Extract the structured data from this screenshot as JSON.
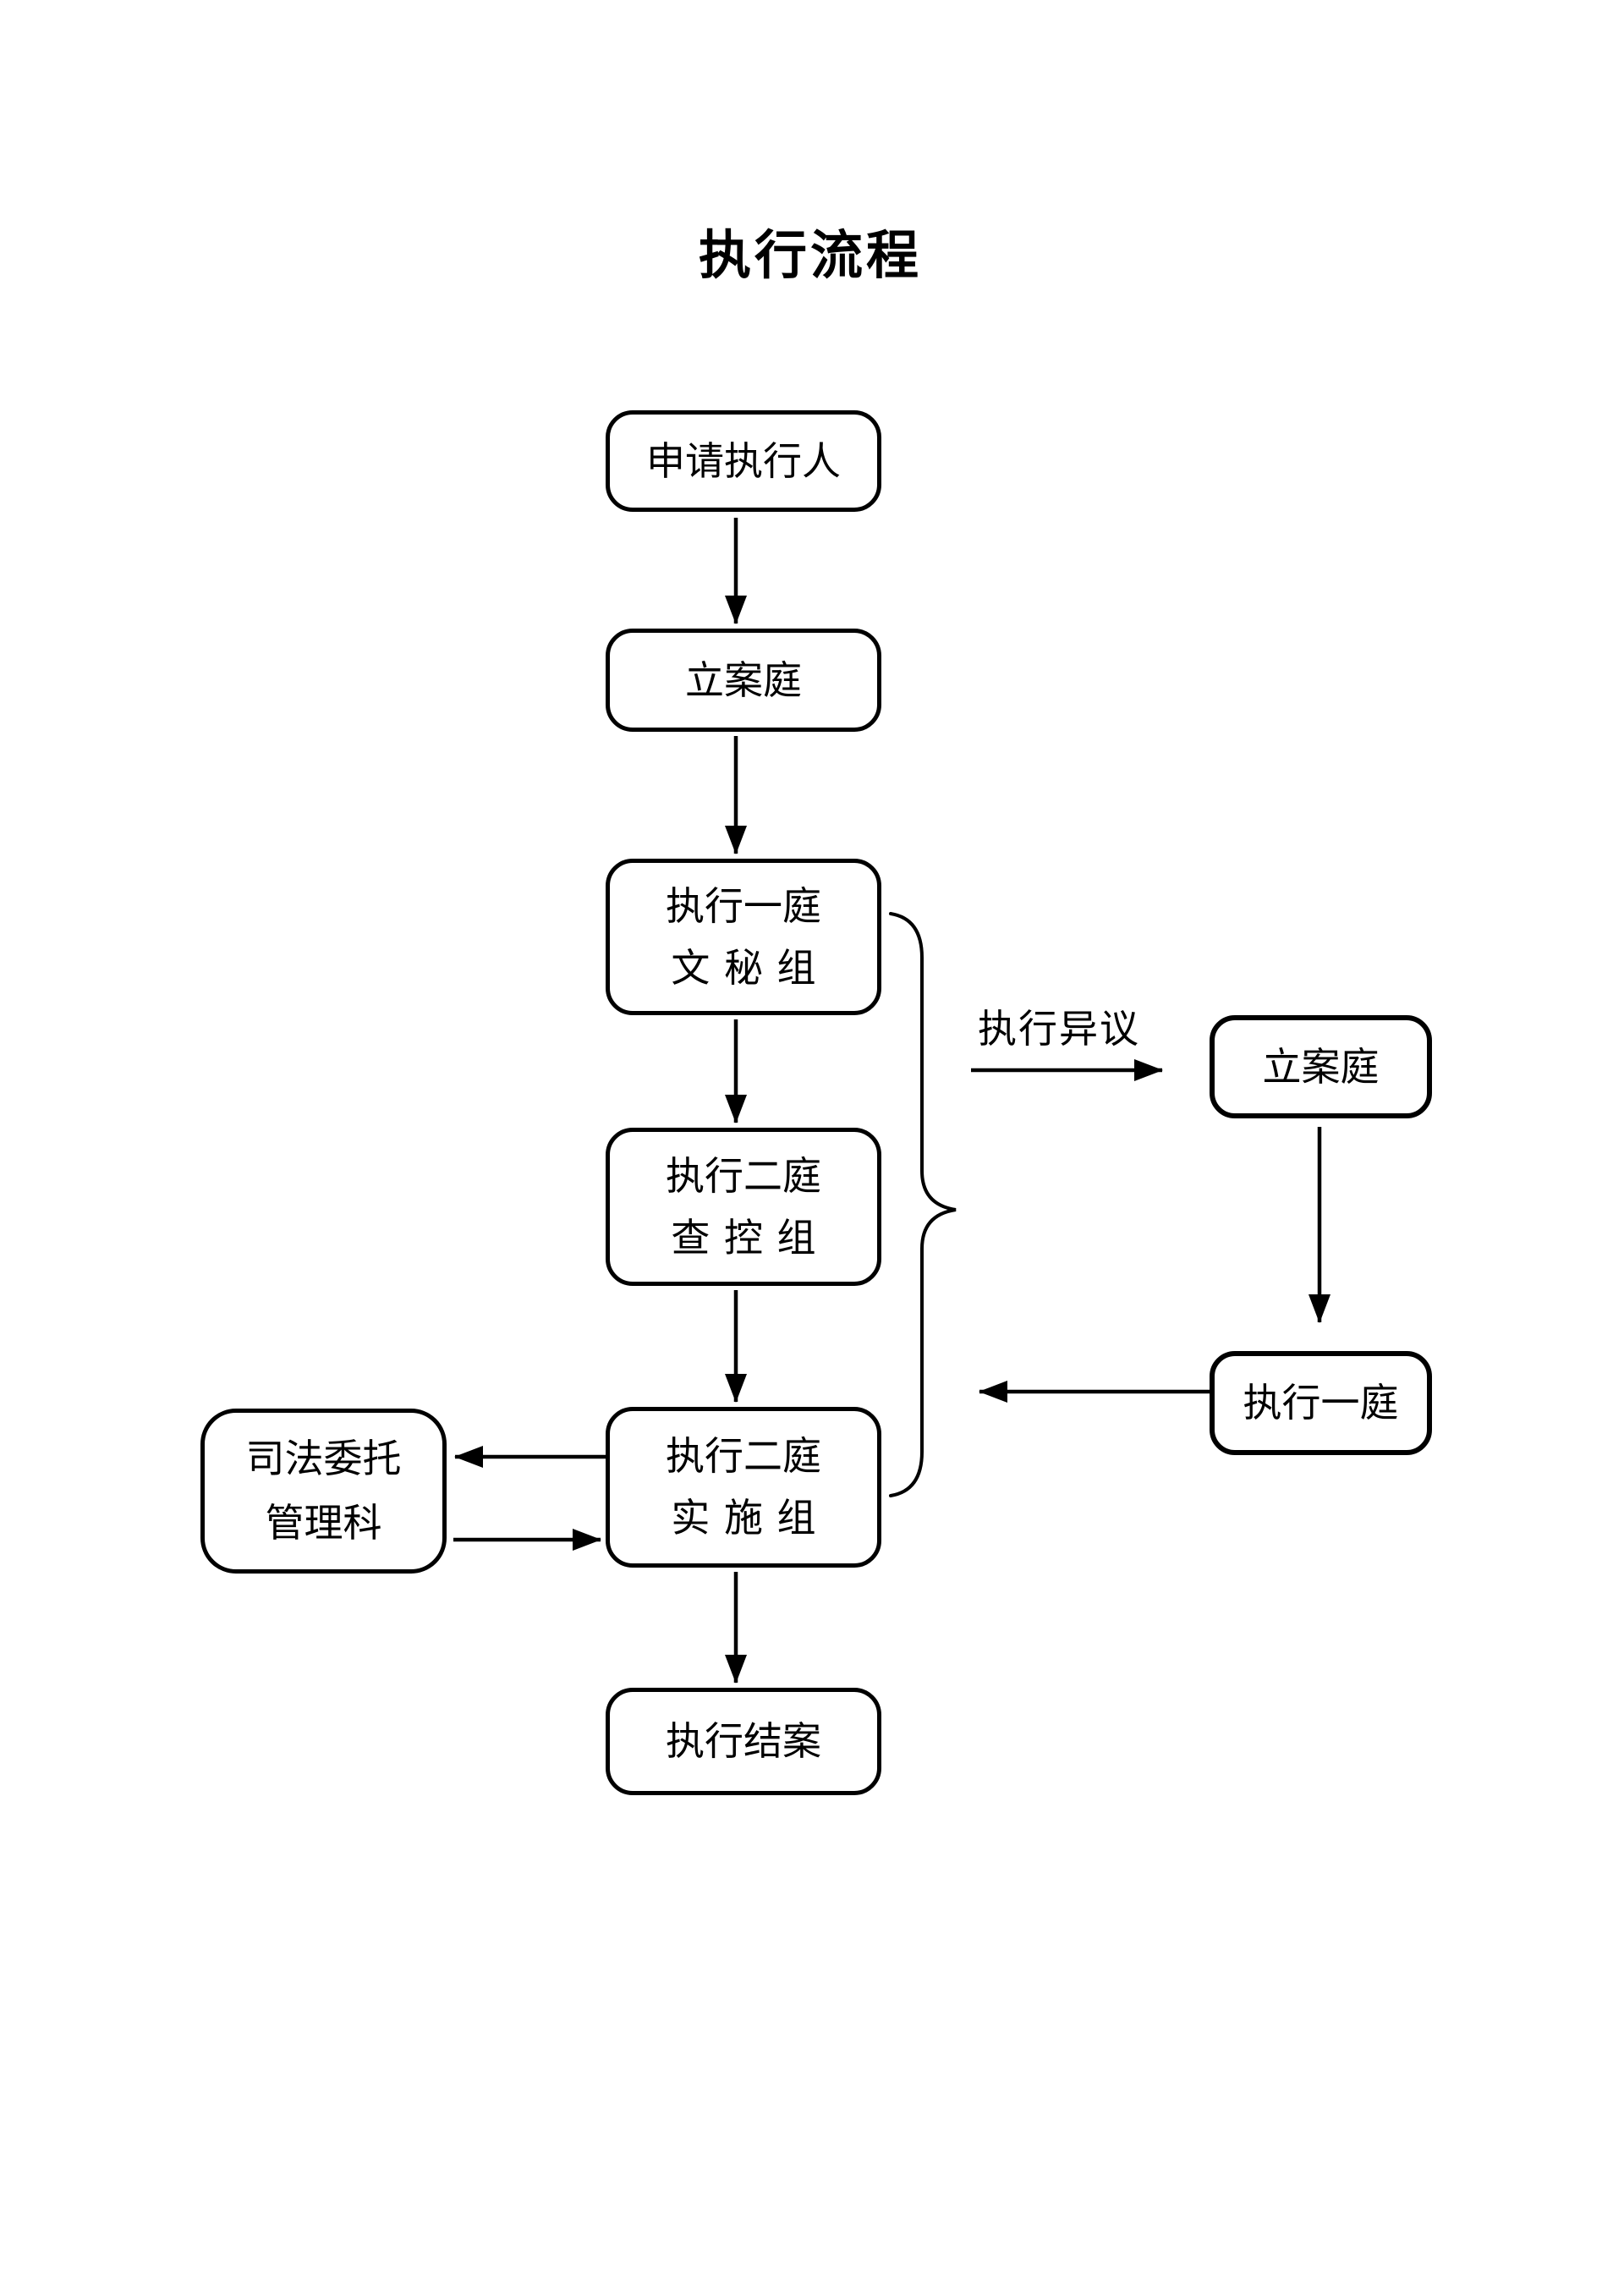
{
  "title": "执行流程",
  "colors": {
    "line": "#000000",
    "text": "#000000",
    "background": "#ffffff"
  },
  "flowchart": {
    "nodes": {
      "applicant": {
        "label": "申请执行人"
      },
      "filing_court": {
        "label": "立案庭"
      },
      "exec_court1_secretary": {
        "line1": "执行一庭",
        "line2": "文秘组"
      },
      "exec_court2_control": {
        "line1": "执行二庭",
        "line2": "查控组"
      },
      "exec_court2_implement": {
        "line1": "执行二庭",
        "line2": "实施组"
      },
      "case_closed": {
        "label": "执行结案"
      },
      "judicial_commission": {
        "line1": "司法委托",
        "line2": "管理科"
      },
      "filing_court_objection": {
        "label": "立案庭"
      },
      "exec_court1_objection": {
        "label": "执行一庭"
      }
    },
    "edge_labels": {
      "execution_objection": "执行异议"
    },
    "edges": [
      {
        "from": "applicant",
        "to": "filing_court"
      },
      {
        "from": "filing_court",
        "to": "exec_court1_secretary"
      },
      {
        "from": "exec_court1_secretary",
        "to": "exec_court2_control"
      },
      {
        "from": "exec_court2_control",
        "to": "exec_court2_implement"
      },
      {
        "from": "exec_court2_implement",
        "to": "case_closed"
      },
      {
        "from": "exec_court2_implement",
        "to": "judicial_commission"
      },
      {
        "from": "judicial_commission",
        "to": "exec_court2_implement"
      },
      {
        "from": "brace_group",
        "to": "filing_court_objection",
        "label": "执行异议"
      },
      {
        "from": "filing_court_objection",
        "to": "exec_court1_objection"
      },
      {
        "from": "exec_court1_objection",
        "to": "exec_court2_implement"
      }
    ],
    "brace_group_members": [
      "exec_court1_secretary",
      "exec_court2_control",
      "exec_court2_implement"
    ]
  }
}
